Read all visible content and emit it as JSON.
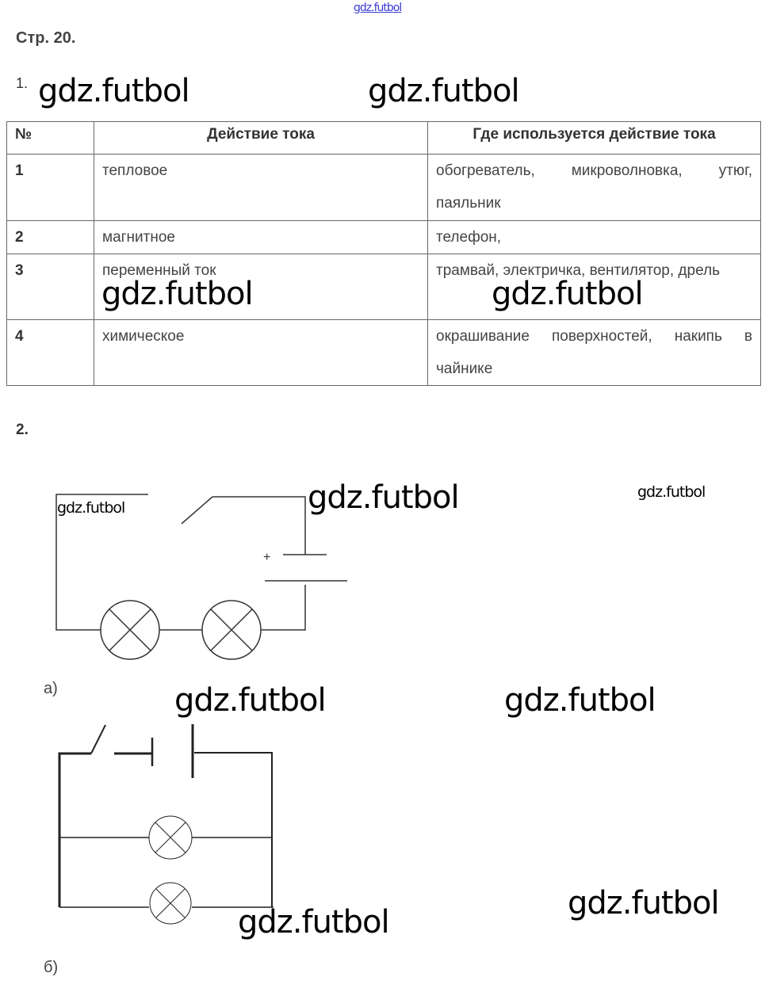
{
  "watermark_top": "gdz.futbol",
  "watermark": "gdz.futbol",
  "page_label": "Стр. 20.",
  "task1_label": "1.",
  "task2_label": "2.",
  "table": {
    "headers": [
      "№",
      "Действие тока",
      "Где используется действие тока"
    ],
    "rows": [
      {
        "n": "1",
        "action": "тепловое",
        "usage": "обогреватель, микроволновка, утюг, паяльник"
      },
      {
        "n": "2",
        "action": "магнитное",
        "usage": "телефон,"
      },
      {
        "n": "3",
        "action": "переменный ток",
        "usage": "трамвай, электричка, вентилятор, дрель"
      },
      {
        "n": "4",
        "action": "химическое",
        "usage": "окрашивание поверхностей, накипь в чайнике"
      }
    ]
  },
  "circuit_a": {
    "label": "а)",
    "plus_sign": "+"
  },
  "circuit_b": {
    "label": "б)"
  }
}
